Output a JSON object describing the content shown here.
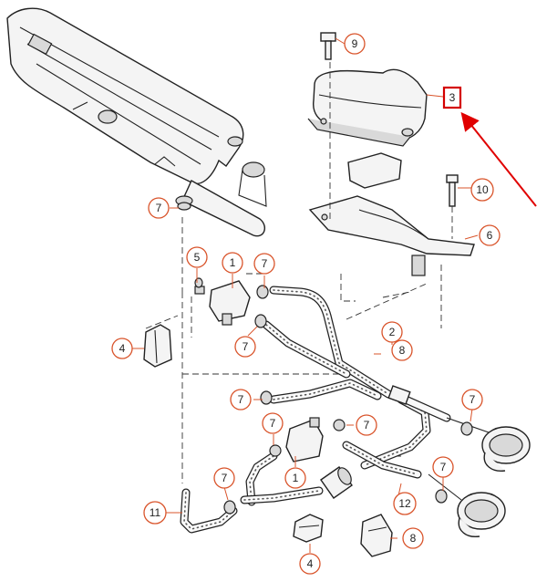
{
  "callouts": [
    {
      "id": "c9",
      "label": "9"
    },
    {
      "id": "c3",
      "label": "3"
    },
    {
      "id": "c10",
      "label": "10"
    },
    {
      "id": "c6",
      "label": "6"
    },
    {
      "id": "c7a",
      "label": "7"
    },
    {
      "id": "c5",
      "label": "5"
    },
    {
      "id": "c1a",
      "label": "1"
    },
    {
      "id": "c7b",
      "label": "7"
    },
    {
      "id": "c7c",
      "label": "7"
    },
    {
      "id": "c4a",
      "label": "4"
    },
    {
      "id": "c2",
      "label": "2"
    },
    {
      "id": "c8a",
      "label": "8"
    },
    {
      "id": "c7d",
      "label": "7"
    },
    {
      "id": "c7e",
      "label": "7"
    },
    {
      "id": "c7f",
      "label": "7"
    },
    {
      "id": "c7g",
      "label": "7"
    },
    {
      "id": "c1b",
      "label": "1"
    },
    {
      "id": "c7h",
      "label": "7"
    },
    {
      "id": "c7i",
      "label": "7"
    },
    {
      "id": "c11",
      "label": "11"
    },
    {
      "id": "c12",
      "label": "12"
    },
    {
      "id": "c8b",
      "label": "8"
    },
    {
      "id": "c4b",
      "label": "4"
    }
  ],
  "highlight": {
    "label": "3",
    "box_color": "#d40000",
    "arrow_color": "#e00000"
  },
  "callout_color": "#d9542b"
}
